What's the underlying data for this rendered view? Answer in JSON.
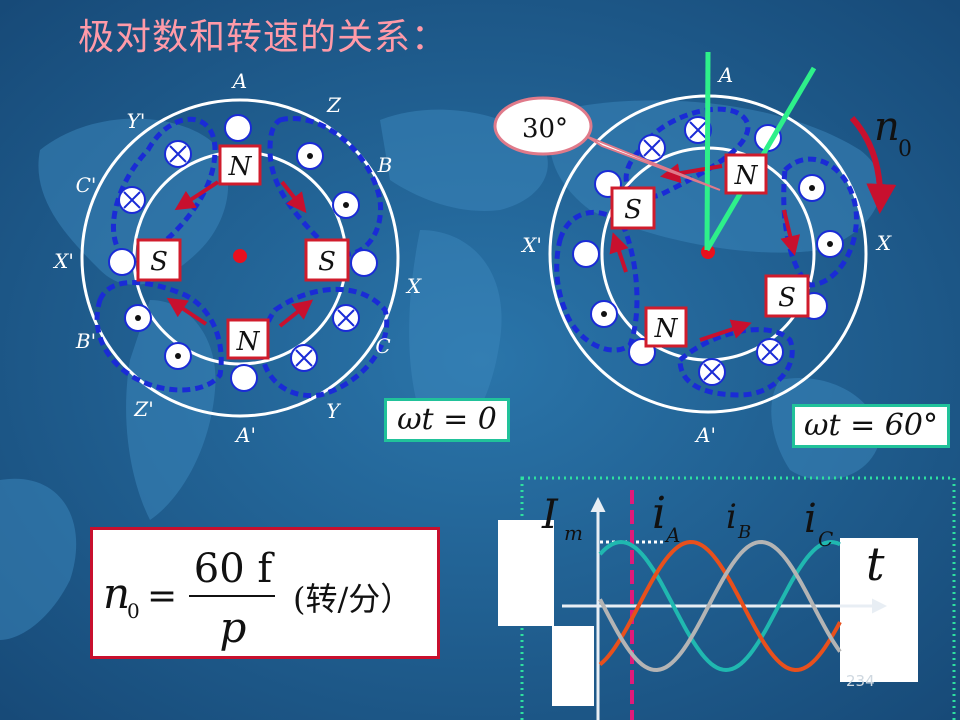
{
  "title": "极对数和转速的关系：",
  "left_diagram": {
    "labels": {
      "A": "A",
      "Z": "Z",
      "B": "B",
      "X": "X",
      "C": "C",
      "Y": "Y",
      "A_prime": "A'",
      "Z_prime": "Z'",
      "B_prime": "B'",
      "X_prime": "X'",
      "C_prime": "C'",
      "Y_prime": "Y'"
    },
    "poles": {
      "top": "N",
      "bottom": "N",
      "left": "S",
      "right": "S"
    },
    "wt_label": "ωt = 0"
  },
  "right_diagram": {
    "labels": {
      "A": "A",
      "X": "X",
      "X_prime": "X'",
      "A_prime": "A'"
    },
    "poles": {
      "n1": "N",
      "n2": "N",
      "s1": "S",
      "s2": "S"
    },
    "angle_label": "30°",
    "speed_label": "n",
    "speed_sub": "0",
    "wt_label": "ωt = 60°"
  },
  "formula": {
    "lhs": "n",
    "lhs_sub": "0",
    "numerator": "60 f",
    "denominator": "p",
    "unit": "(转/分）"
  },
  "waveform": {
    "Im_label": "I",
    "Im_sub": "m",
    "iA_label": "i",
    "iA_sub": "A",
    "iB_label": "i",
    "iB_sub": "B",
    "iC_label": "i",
    "iC_sub": "C",
    "t_label": "t"
  },
  "page_number": "234",
  "colors": {
    "background": "#1f5a8c",
    "title": "#ff9aa8",
    "dashed": "#1a2bd6",
    "arrow": "#c8102e",
    "pole_box": "#d01c2c",
    "green_line": "#2ef08a",
    "iA": "#20b8b0",
    "iB": "#e8501c",
    "iC": "#b4b4b4"
  }
}
